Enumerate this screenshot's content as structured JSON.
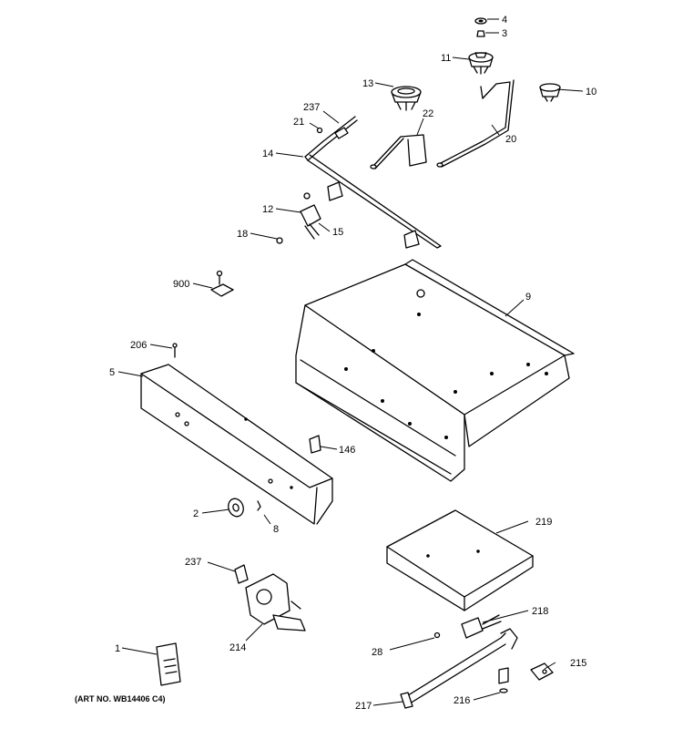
{
  "art_number": "(ART NO. WB14406 C4)",
  "callouts": {
    "c1": "1",
    "c2": "2",
    "c3": "3",
    "c4": "4",
    "c5": "5",
    "c8": "8",
    "c9": "9",
    "c10": "10",
    "c11": "11",
    "c12": "12",
    "c13": "13",
    "c14": "14",
    "c15": "15",
    "c18": "18",
    "c20": "20",
    "c21": "21",
    "c22": "22",
    "c28": "28",
    "c146": "146",
    "c206": "206",
    "c214": "214",
    "c215": "215",
    "c216": "216",
    "c217": "217",
    "c218": "218",
    "c219": "219",
    "c237a": "237",
    "c237b": "237",
    "c900": "900"
  }
}
